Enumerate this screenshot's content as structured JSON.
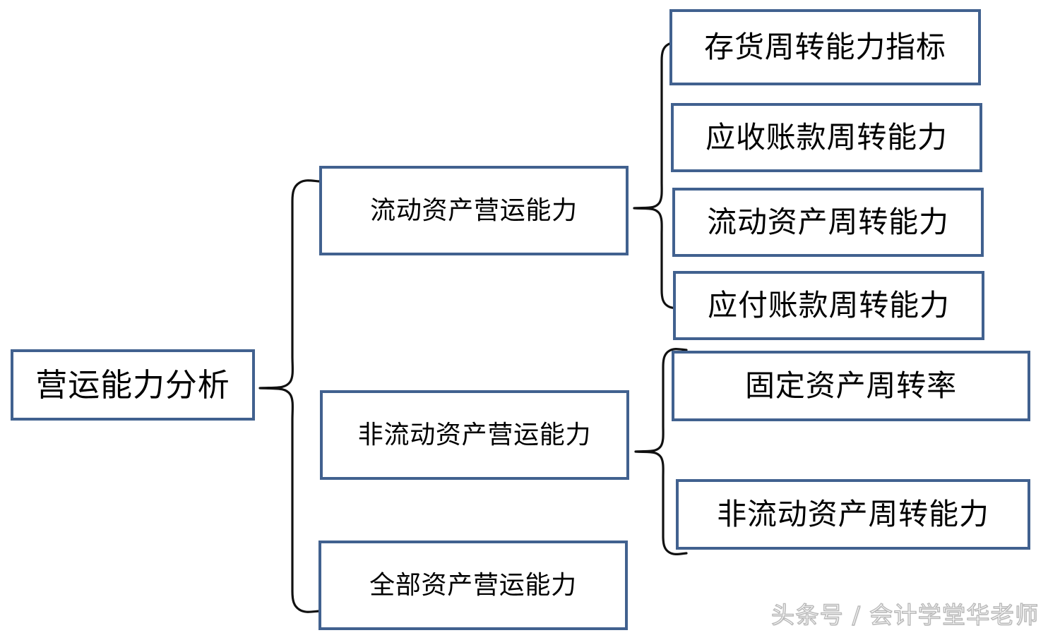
{
  "diagram": {
    "title": "营运能力分析",
    "type": "bracket-tree",
    "orientation": "left-to-right",
    "colors": {
      "node_border": "#41618f",
      "node_fill": "#ffffff",
      "text": "#000000",
      "connector": "#000000",
      "watermark": "#b9b9b9",
      "background": "#ffffff"
    },
    "root": {
      "label": "营运能力分析"
    },
    "level2": [
      {
        "id": "l2-0",
        "label": "流动资产营运能力"
      },
      {
        "id": "l2-1",
        "label": "非流动资产营运能力"
      },
      {
        "id": "l2-2",
        "label": "全部资产营运能力"
      }
    ],
    "level3_groups": [
      {
        "parent": "l2-0",
        "items": [
          {
            "id": "l3a-0",
            "label": "存货周转能力指标"
          },
          {
            "id": "l3a-1",
            "label": "应收账款周转能力"
          },
          {
            "id": "l3a-2",
            "label": "流动资产周转能力"
          },
          {
            "id": "l3a-3",
            "label": "应付账款周转能力"
          }
        ]
      },
      {
        "parent": "l2-1",
        "items": [
          {
            "id": "l3b-0",
            "label": "固定资产周转率"
          },
          {
            "id": "l3b-1",
            "label": "非流动资产周转能力"
          }
        ]
      }
    ],
    "brackets": [
      {
        "name": "root-bracket",
        "stem_side": "left"
      },
      {
        "name": "current-assets-bracket",
        "stem_side": "left"
      },
      {
        "name": "noncurrent-assets-bracket",
        "stem_side": "left"
      }
    ]
  },
  "watermark": {
    "text": "头条号 / 会计学堂华老师"
  }
}
